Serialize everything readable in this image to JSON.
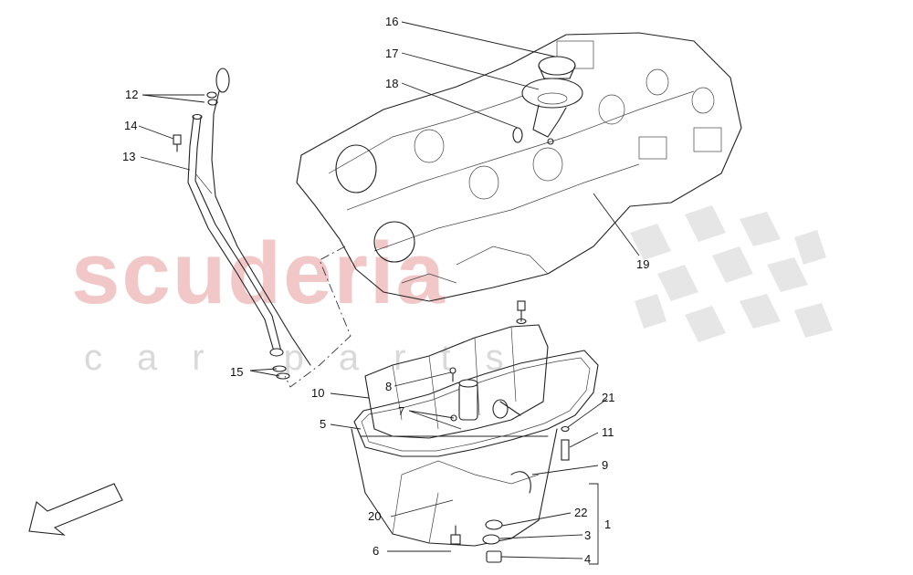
{
  "watermark": {
    "brand": "scuderia",
    "tagline": "car parts"
  },
  "callouts": {
    "c1": "1",
    "c3": "3",
    "c4": "4",
    "c5": "5",
    "c6": "6",
    "c7": "7",
    "c8": "8",
    "c9": "9",
    "c10": "10",
    "c11": "11",
    "c12": "12",
    "c13": "13",
    "c14": "14",
    "c15": "15",
    "c16": "16",
    "c17": "17",
    "c18": "18",
    "c19": "19",
    "c20": "20",
    "c21": "21",
    "c22": "22"
  },
  "icons": {
    "direction_arrow": "front-direction-arrow-icon",
    "checkered_flag": "checkered-flag-icon"
  }
}
